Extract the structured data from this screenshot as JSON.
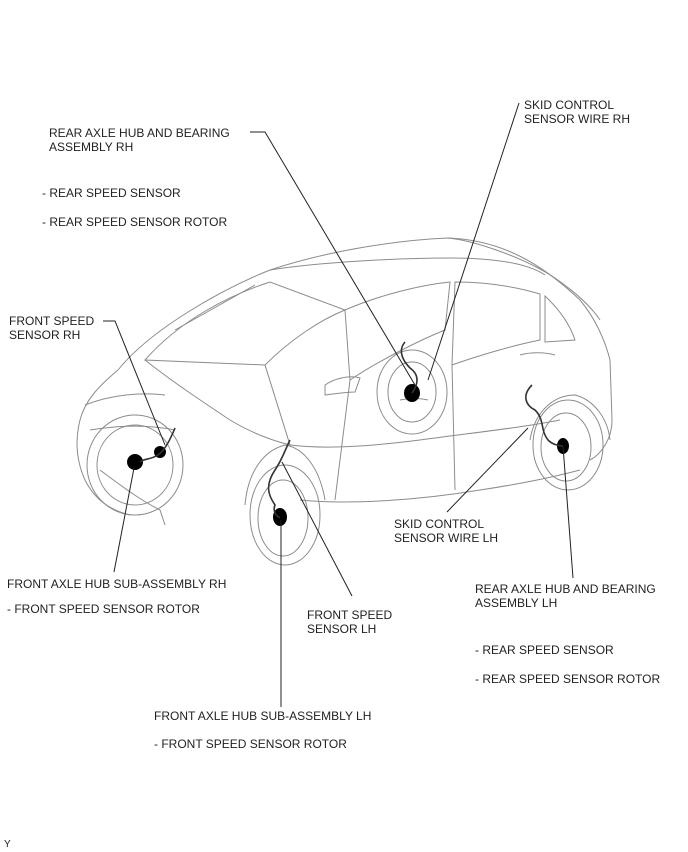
{
  "labels": {
    "skid_control_rh": [
      "SKID CONTROL",
      "SENSOR WIRE RH"
    ],
    "rear_axle_rh": [
      "REAR AXLE HUB AND BEARING",
      "ASSEMBLY RH"
    ],
    "rear_axle_rh_items": [
      "- REAR SPEED SENSOR",
      "- REAR SPEED SENSOR ROTOR"
    ],
    "front_speed_rh": [
      "FRONT SPEED",
      "SENSOR RH"
    ],
    "front_axle_rh": "FRONT AXLE HUB SUB-ASSEMBLY RH",
    "front_axle_rh_items": [
      "- FRONT SPEED SENSOR ROTOR"
    ],
    "skid_control_lh": [
      "SKID CONTROL",
      "SENSOR WIRE LH"
    ],
    "rear_axle_lh": [
      "REAR AXLE HUB AND BEARING",
      "ASSEMBLY LH"
    ],
    "rear_axle_lh_items": [
      "- REAR SPEED SENSOR",
      "- REAR SPEED SENSOR ROTOR"
    ],
    "front_speed_lh": [
      "FRONT SPEED",
      "SENSOR LH"
    ],
    "front_axle_lh": "FRONT AXLE HUB SUB-ASSEMBLY LH",
    "front_axle_lh_items": [
      "- FRONT SPEED SENSOR ROTOR"
    ],
    "corner_code": "Y"
  }
}
